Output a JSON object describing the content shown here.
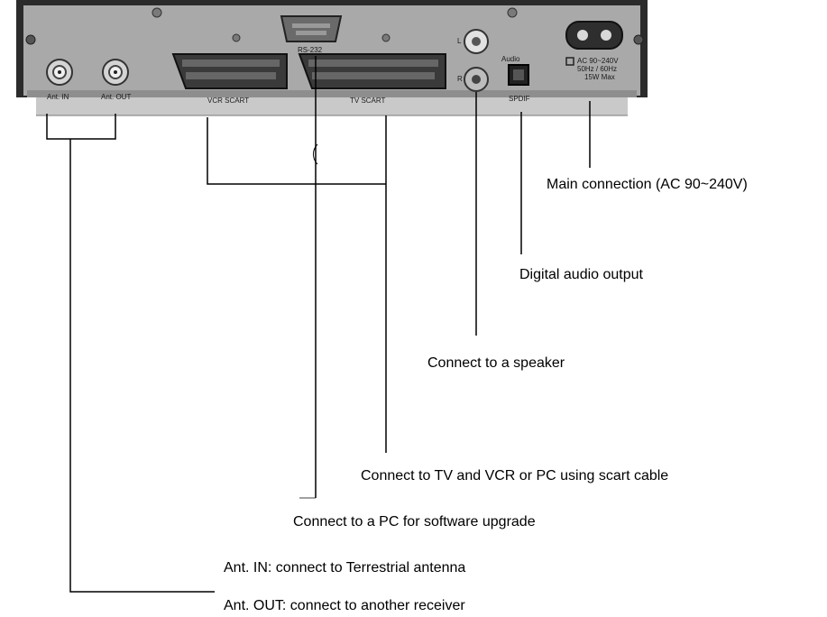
{
  "device": {
    "port_labels": {
      "ant_in": "Ant. IN",
      "ant_out": "Ant. OUT",
      "vcr_scart": "VCR      SCART",
      "tv_scart": "TV      SCART",
      "rs232": "RS-232",
      "audio": "Audio",
      "spdif": "SPDIF",
      "l": "L",
      "r": "R",
      "power_rating_1": "AC 90~240V",
      "power_rating_2": "50Hz / 60Hz",
      "power_rating_3": "15W Max"
    }
  },
  "callouts": {
    "main_connection": "Main connection (AC 90~240V)",
    "digital_audio": "Digital audio output",
    "speaker": "Connect to a speaker",
    "tv_vcr": "Connect to TV and VCR or PC using scart cable",
    "pc_upgrade": "Connect to a PC for software upgrade",
    "ant_in": "Ant.  IN: connect to Terrestrial  antenna",
    "ant_out": "Ant. OUT: connect to another receiver"
  },
  "colors": {
    "chassis_dark": "#2b2b2b",
    "panel_grey": "#a9a9a9",
    "line": "#000000"
  }
}
